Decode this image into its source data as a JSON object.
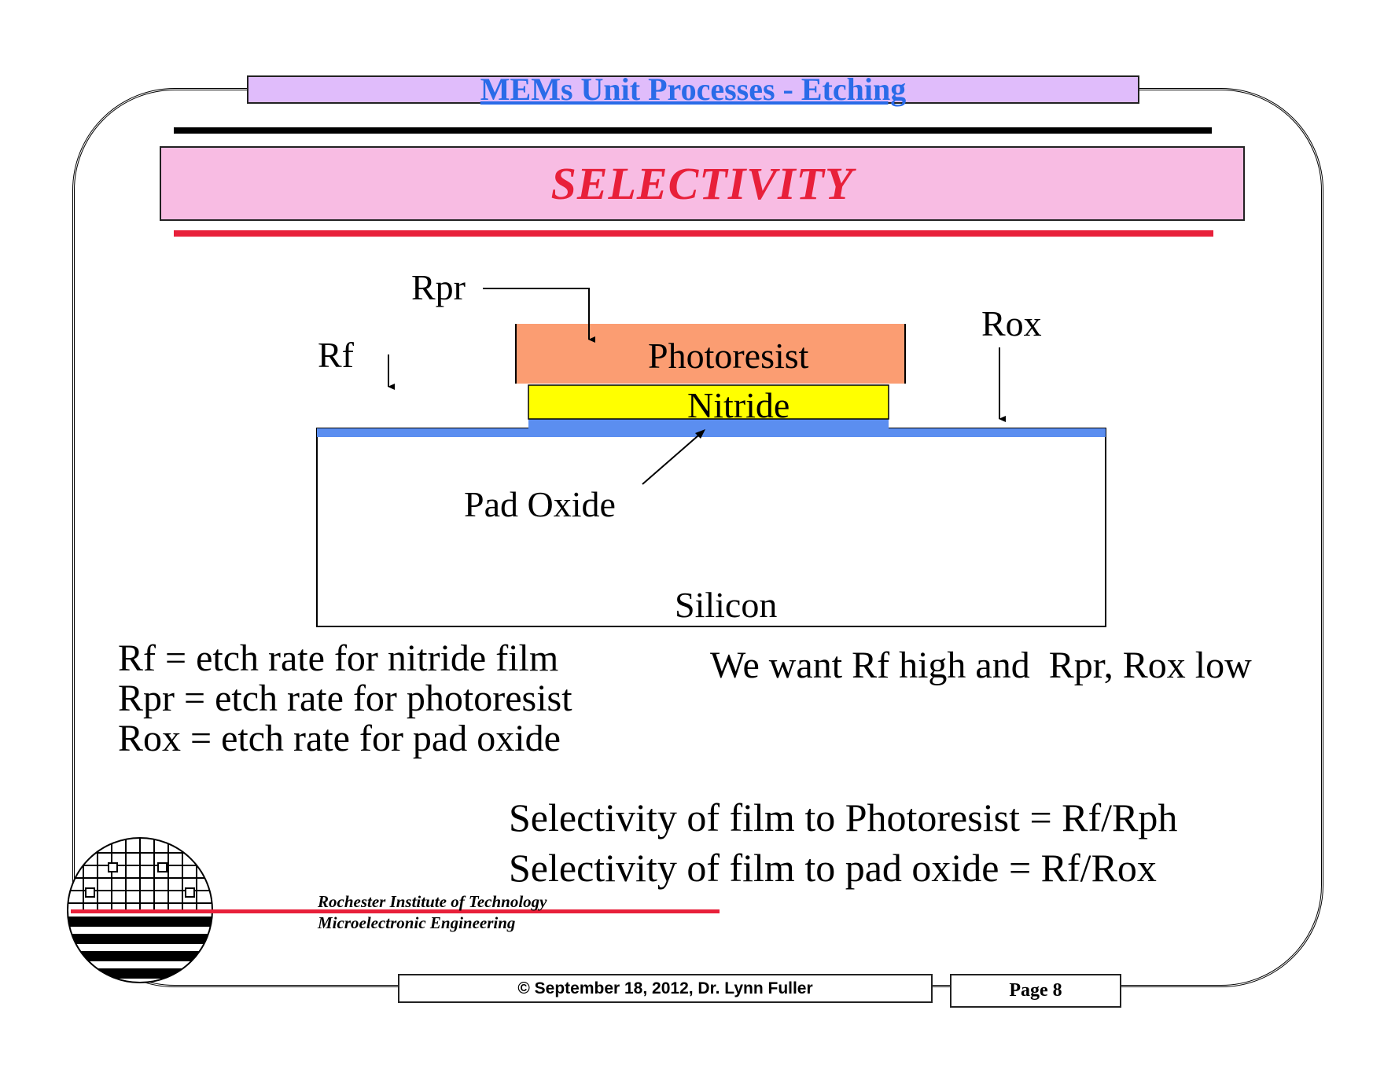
{
  "header": {
    "title": "MEMs Unit Processes - Etching"
  },
  "slide": {
    "title": "SELECTIVITY"
  },
  "diagram": {
    "labels": {
      "rpr": "Rpr",
      "rf": "Rf",
      "rox": "Rox",
      "photoresist": "Photoresist",
      "nitride": "Nitride",
      "pad_oxide": "Pad Oxide",
      "silicon": "Silicon"
    },
    "colors": {
      "photoresist": "#fb9d72",
      "nitride": "#ffff00",
      "pad_oxide": "#5b8ef0",
      "silicon": "#ffffff"
    }
  },
  "definitions": [
    "Rf = etch rate for nitride film",
    "Rpr = etch rate for photoresist",
    "Rox = etch rate for pad oxide"
  ],
  "goal": "We want Rf high and  Rpr, Rox low",
  "selectivity": [
    "Selectivity of film to Photoresist = Rf/Rph",
    "Selectivity of film to pad oxide = Rf/Rox"
  ],
  "institution": {
    "line1": "Rochester Institute of Technology",
    "line2": "Microelectronic Engineering"
  },
  "footer": {
    "copyright": "© September 18, 2012, Dr. Lynn Fuller",
    "page": "Page 8"
  },
  "colors": {
    "header_bg": "#e0bcfb",
    "header_text": "#2a6be8",
    "title_bg": "#f8bce3",
    "title_text": "#e8203a",
    "accent_red": "#e8203a"
  }
}
